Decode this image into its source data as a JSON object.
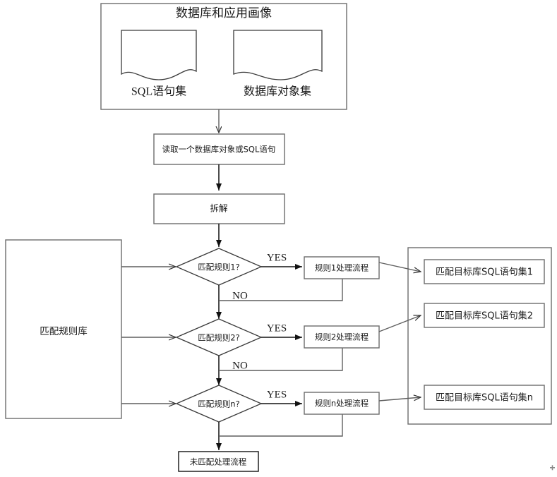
{
  "diagram": {
    "title_group": {
      "label": "数据库和应用画像",
      "fill": "#e9efdd",
      "documents": [
        {
          "label": "SQL语句集"
        },
        {
          "label": "数据库对象集"
        }
      ]
    },
    "process_steps": [
      {
        "label": "读取一个数据库对象或SQL语句"
      },
      {
        "label": "拆解"
      }
    ],
    "rule_library": {
      "label": "匹配规则库",
      "fill": "#b9dcea"
    },
    "decisions": [
      {
        "label": "匹配规则1?",
        "yes": "YES",
        "no": "NO"
      },
      {
        "label": "匹配规则2?",
        "yes": "YES",
        "no": "NO"
      },
      {
        "label": "匹配规则n?",
        "yes": "YES",
        "no": ""
      }
    ],
    "rule_processes": [
      {
        "label": "规则1处理流程"
      },
      {
        "label": "规则2处理流程"
      },
      {
        "label": "规则n处理流程"
      }
    ],
    "target_group": {
      "fill": "#e9efdd",
      "targets": [
        {
          "label": "匹配目标库SQL语句集1"
        },
        {
          "label": "匹配目标库SQL语句集2"
        },
        {
          "label": "匹配目标库SQL语句集n"
        }
      ]
    },
    "unmatched": {
      "label": "未匹配处理流程"
    }
  }
}
